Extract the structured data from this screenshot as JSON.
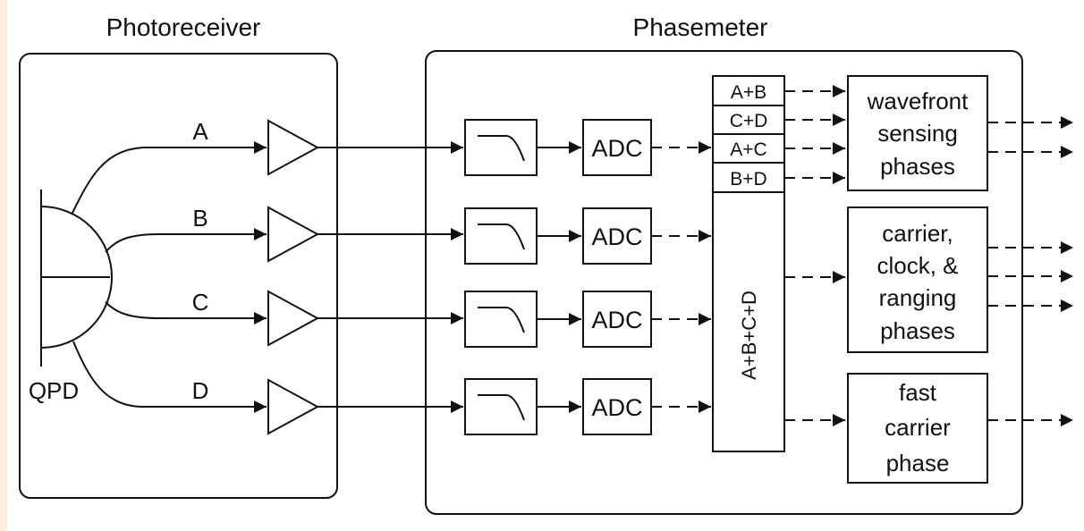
{
  "colors": {
    "frame": "#fdeedd",
    "panel": "#ffffff",
    "stroke": "#111111"
  },
  "titles": {
    "photoreceiver": "Photoreceiver",
    "phasemeter": "Phasemeter"
  },
  "detector": {
    "label": "QPD"
  },
  "channels": [
    {
      "label": "A",
      "adc": "ADC"
    },
    {
      "label": "B",
      "adc": "ADC"
    },
    {
      "label": "C",
      "adc": "ADC"
    },
    {
      "label": "D",
      "adc": "ADC"
    }
  ],
  "combiner": {
    "sums": [
      "A+B",
      "C+D",
      "A+C",
      "B+D"
    ],
    "total": "A+B+C+D"
  },
  "outputs": {
    "wavefront": [
      "wavefront",
      "sensing",
      "phases"
    ],
    "carrier": [
      "carrier,",
      "clock, &",
      "ranging",
      "phases"
    ],
    "fast": [
      "fast",
      "carrier",
      "phase"
    ]
  }
}
